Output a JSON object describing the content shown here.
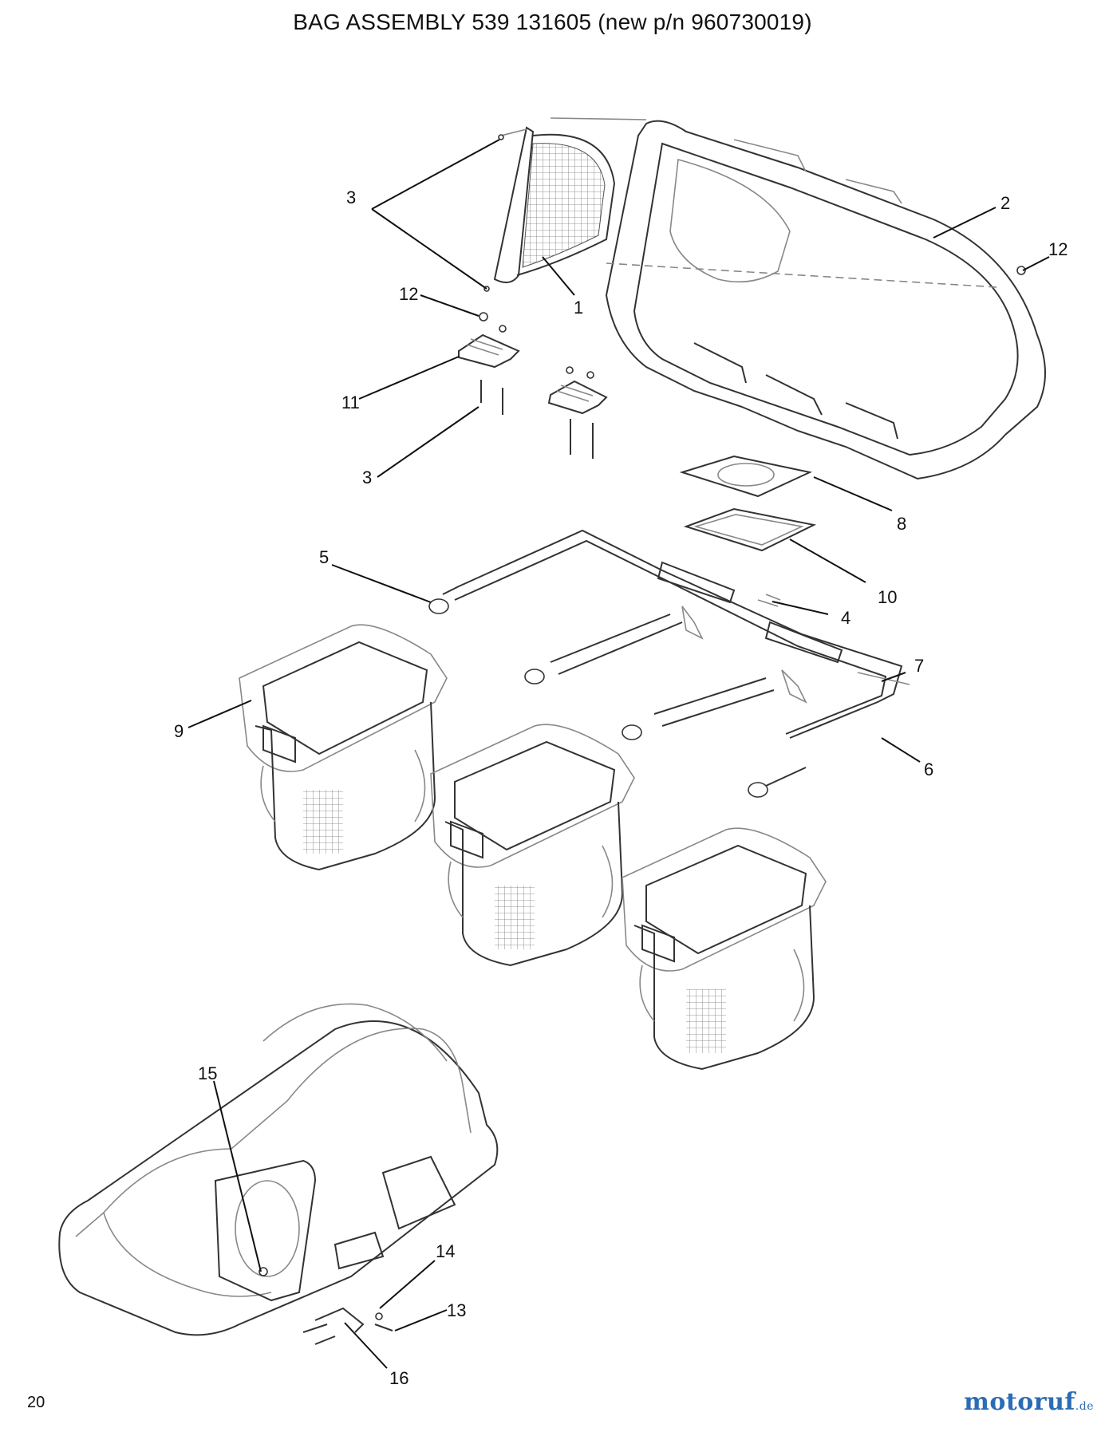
{
  "title": "BAG ASSEMBLY 539 131605 (new p/n 960730019)",
  "page_number": "20",
  "watermark": {
    "text": "motoruf",
    "suffix": ".de"
  },
  "callouts": {
    "c1": "1",
    "c2": "2",
    "c3a": "3",
    "c3b": "3",
    "c4": "4",
    "c5": "5",
    "c6": "6",
    "c7": "7",
    "c8": "8",
    "c9": "9",
    "c10": "10",
    "c11": "11",
    "c12a": "12",
    "c12b": "12",
    "c13": "13",
    "c14": "14",
    "c15": "15",
    "c16": "16"
  },
  "colors": {
    "line": "#333333",
    "brand_blue": "#2b6cb5",
    "brand_orange": "#e07a1a"
  }
}
